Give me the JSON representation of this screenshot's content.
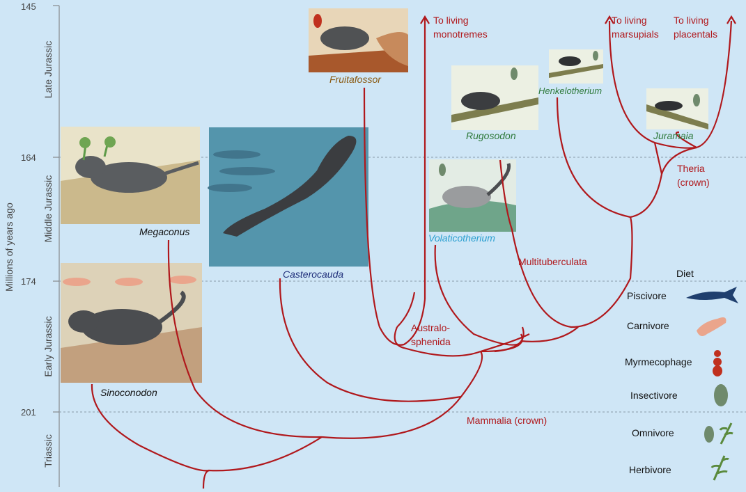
{
  "axis": {
    "label": "Millions of years ago",
    "ticks": [
      "145",
      "164",
      "174",
      "201"
    ],
    "periods": [
      "Late Jurassic",
      "Middle Jurassic",
      "Early Jurassic",
      "Triassic"
    ]
  },
  "taxa": {
    "fruitafossor": "Fruitafossor",
    "megaconus": "Megaconus",
    "casterocauda": "Casterocauda",
    "sinoconodon": "Sinoconodon",
    "rugosodon": "Rugosodon",
    "volaticotherium": "Volaticotherium",
    "henkelotherium": "Henkelotherium",
    "juramaia": "Juramaia"
  },
  "clades": {
    "to_monotremes_1": "To living",
    "to_monotremes_2": "monotremes",
    "to_marsupials_1": "To living",
    "to_marsupials_2": "marsupials",
    "to_placentals_1": "To living",
    "to_placentals_2": "placentals",
    "theria_1": "Theria",
    "theria_2": "(crown)",
    "multituberculata": "Multituberculata",
    "australosphenida_1": "Australo-",
    "australosphenida_2": "sphenida",
    "mammalia": "Mammalia (crown)"
  },
  "legend": {
    "title": "Diet",
    "items": [
      "Piscivore",
      "Carnivore",
      "Myrmecophage",
      "Insectivore",
      "Omnivore",
      "Herbivore"
    ]
  },
  "colors": {
    "background": "#cfe6f6",
    "branch": "#b0181c",
    "label_red": "#b0181c",
    "fruitafossor": "#8a5a12",
    "casterocauda": "#1f2f7a",
    "volaticotherium": "#2a9fd0",
    "green_taxon": "#2f7a3c",
    "piscivore": "#1f3f6e",
    "carnivore": "#eaa58c",
    "myrmecophage": "#c0301e",
    "insectivore": "#6f8a6c",
    "herbivore": "#5a8a3c"
  }
}
